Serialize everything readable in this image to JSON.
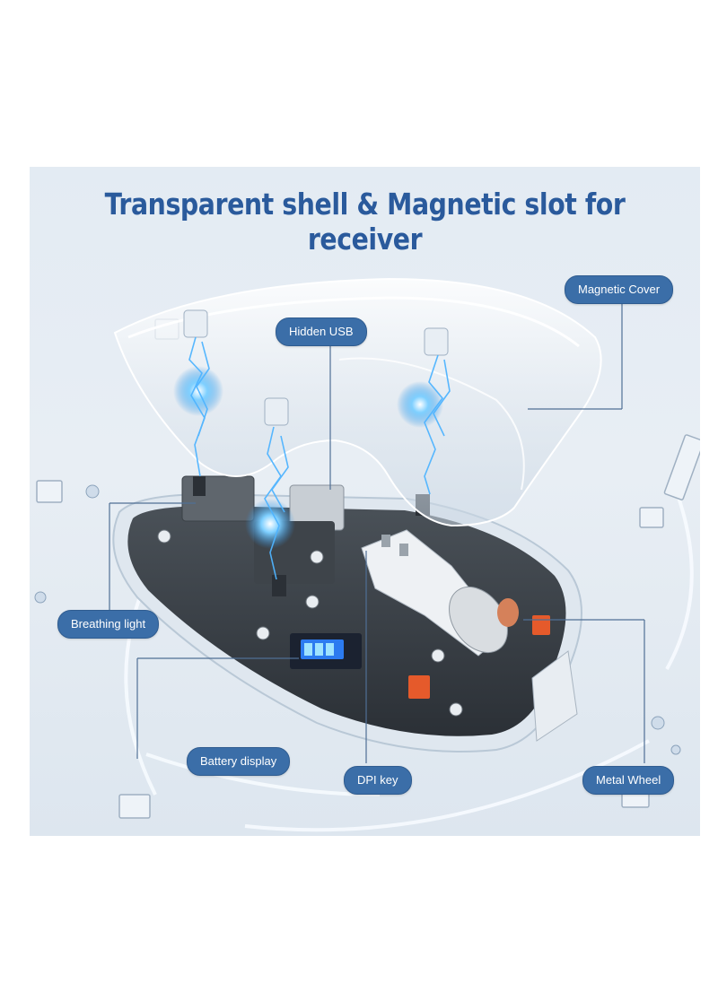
{
  "title": "Transparent shell & Magnetic slot for receiver",
  "callouts": {
    "magnetic_cover": "Magnetic Cover",
    "hidden_usb": "Hidden USB",
    "breathing_light": "Breathing light",
    "battery_display": "Battery display",
    "dpi_key": "DPI key",
    "metal_wheel": "Metal Wheel"
  },
  "colors": {
    "title": "#2a5a9c",
    "callout_bg": "#3b6ea8",
    "callout_text": "#ffffff",
    "leader_line": "#4f6f95",
    "background": "#e3ebf3"
  }
}
